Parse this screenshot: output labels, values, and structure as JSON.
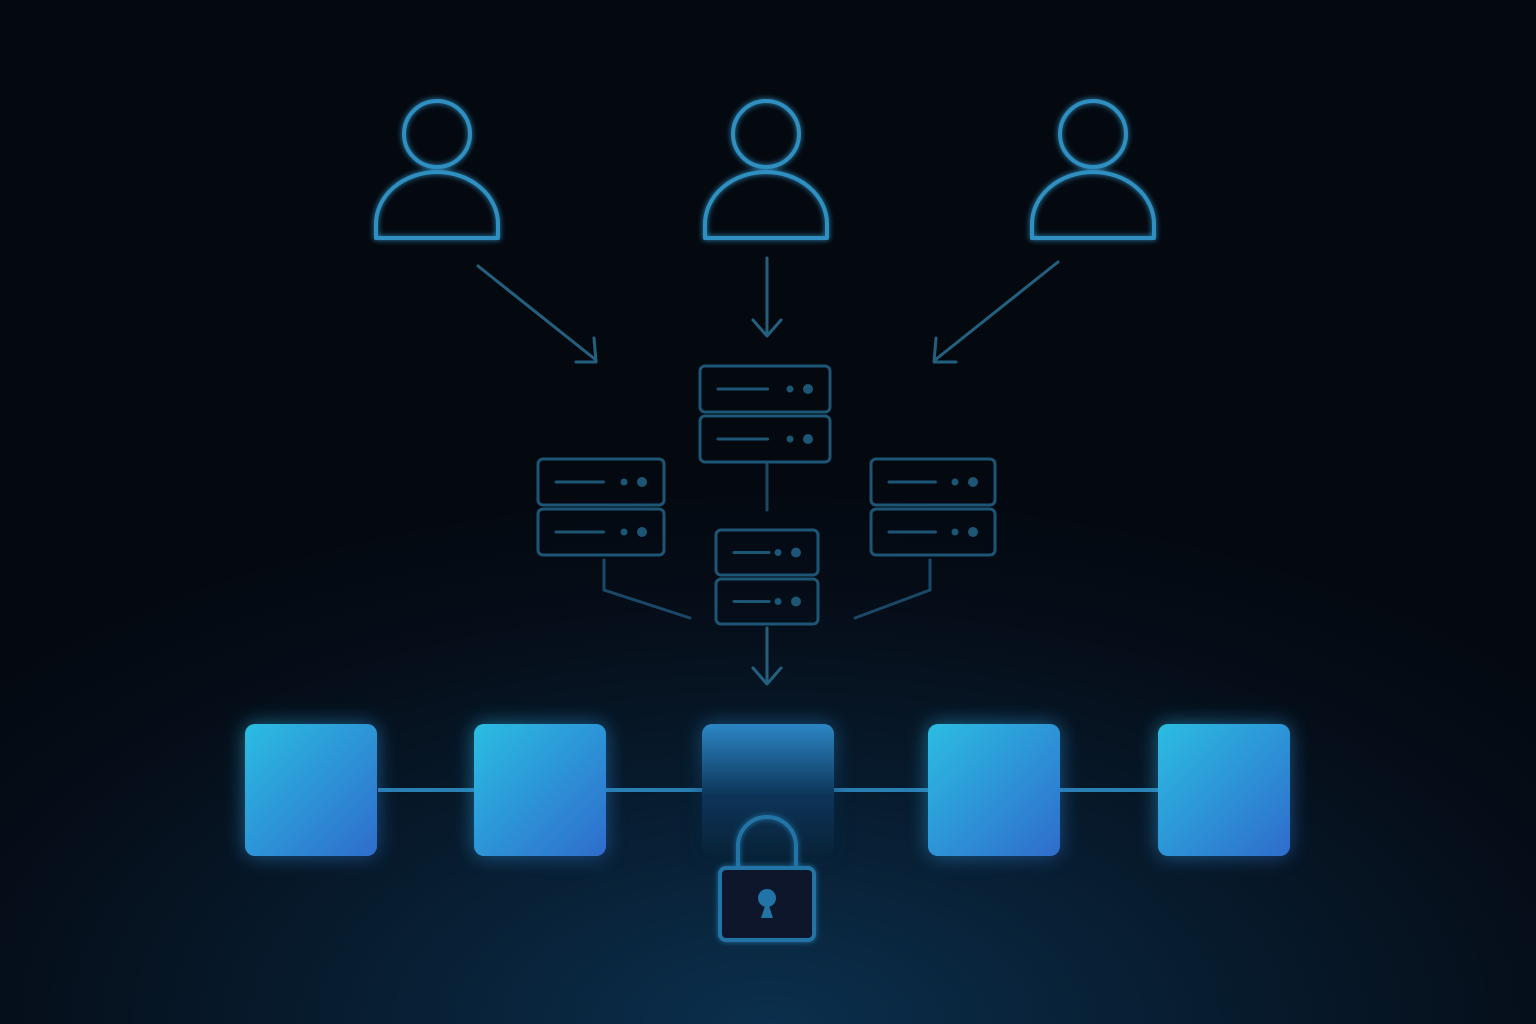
{
  "colors": {
    "background_dark": "#04080f",
    "background_glow": "#0b2f4d",
    "user_stroke": "#2f8fc0",
    "arrow_stroke": "#23607f",
    "server_stroke": "#1d5574",
    "block_light": "#2bbbe0",
    "block_dark": "#2f6fcf",
    "block_center_dark": "#0a2a45",
    "chain_line": "#2a7fb3",
    "lock_stroke": "#2373a6"
  },
  "diagram": {
    "users": [
      {
        "id": "user-left",
        "icon": "user-icon"
      },
      {
        "id": "user-center",
        "icon": "user-icon"
      },
      {
        "id": "user-right",
        "icon": "user-icon"
      }
    ],
    "servers": [
      {
        "id": "server-top",
        "icon": "server-icon"
      },
      {
        "id": "server-left",
        "icon": "server-icon"
      },
      {
        "id": "server-center",
        "icon": "server-icon"
      },
      {
        "id": "server-right",
        "icon": "server-icon"
      }
    ],
    "blocks": [
      {
        "id": "block-1",
        "icon": "block"
      },
      {
        "id": "block-2",
        "icon": "block"
      },
      {
        "id": "block-3",
        "icon": "block",
        "locked": true
      },
      {
        "id": "block-4",
        "icon": "block"
      },
      {
        "id": "block-5",
        "icon": "block"
      }
    ],
    "lock": {
      "icon": "lock-icon"
    }
  }
}
